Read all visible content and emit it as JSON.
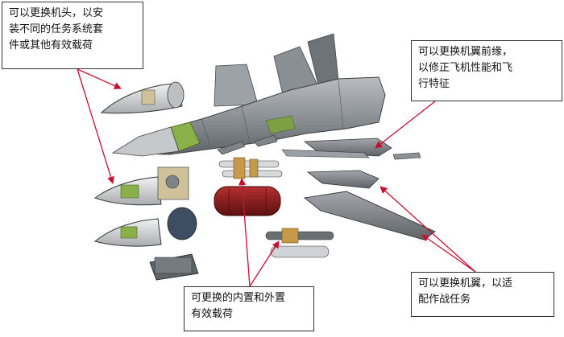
{
  "callouts": {
    "nose": {
      "lines": [
        "可以更换机头，以安",
        "装不同的任务系统套",
        "件或其他有效载荷"
      ]
    },
    "wing_edge": {
      "lines": [
        "可以更换机翼前缘，",
        "以修正飞机性能和飞",
        "行特征"
      ]
    },
    "payload": {
      "lines": [
        "可更换的内置和外置",
        "有效载荷"
      ]
    },
    "wing": {
      "lines": [
        "可以更换机翼，以适",
        "配作战任务"
      ]
    }
  },
  "colors": {
    "arrow": "#c8102e",
    "airframe": "#8c9196",
    "airframe_dark": "#5d6267",
    "nose_section": "#d8d8d8",
    "equipment_green": "#8ab04a",
    "payload_red": "#8b1a1a",
    "munition_tan": "#c79a4a"
  }
}
